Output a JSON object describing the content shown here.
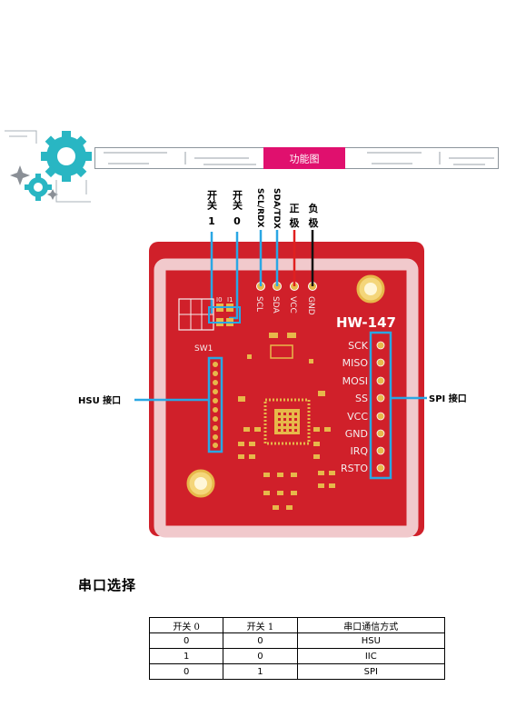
{
  "banner": {
    "title": "功能图"
  },
  "labels": {
    "sw1_top": "开关",
    "sw1_bot": "1",
    "sw0_top": "开关",
    "sw0_bot": "0",
    "scl": "SCL/RDX",
    "sda": "SDA/TDX",
    "vcc_top": "正",
    "vcc_bot": "极",
    "gnd_top": "负",
    "gnd_bot": "极",
    "hsu": "HSU 接口",
    "spi": "SPI 接口"
  },
  "board": {
    "model": "HW-147",
    "top_pins": [
      "SCL",
      "SDA",
      "VCC",
      "GND"
    ],
    "spi_pins": [
      "SCK",
      "MISO",
      "MOSI",
      "SS",
      "VCC",
      "GND",
      "IRQ",
      "RSTO"
    ],
    "switch_label": "SW1",
    "switch_marks": [
      "I0",
      "I1"
    ],
    "colors": {
      "pcb": "#d0202a",
      "silk": "#f4efef",
      "pad": "#e7b84a",
      "highlight": "#2aa7e4",
      "banner": "#e0106e",
      "gear": "#29b6c3"
    }
  },
  "section": {
    "title": "串口选择"
  },
  "table": {
    "headers": [
      "开关 0",
      "开关 1",
      "串口通信方式"
    ],
    "rows": [
      [
        "0",
        "0",
        "HSU"
      ],
      [
        "1",
        "0",
        "IIC"
      ],
      [
        "0",
        "1",
        "SPI"
      ]
    ]
  }
}
